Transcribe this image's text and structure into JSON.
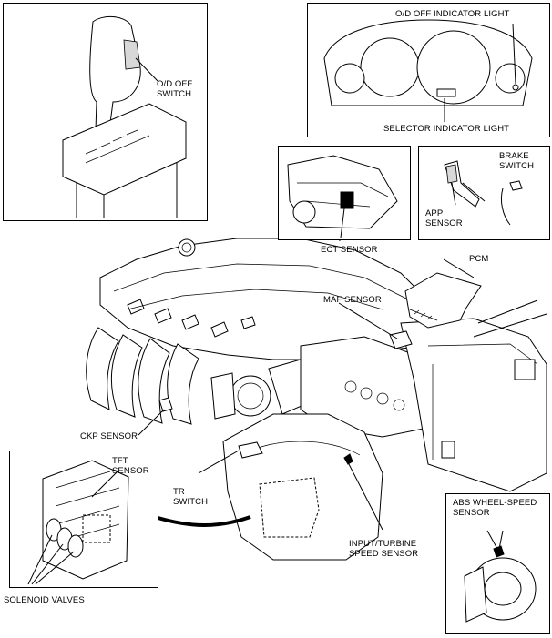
{
  "labels": {
    "od_off_switch": "O/D OFF\nSWITCH",
    "od_off_indicator": "O/D OFF INDICATOR LIGHT",
    "selector_indicator": "SELECTOR INDICATOR LIGHT",
    "ect_sensor": "ECT SENSOR",
    "app_sensor": "APP\nSENSOR",
    "brake_switch": "BRAKE\nSWITCH",
    "pcm": "PCM",
    "maf_sensor": "MAF SENSOR",
    "ckp_sensor": "CKP SENSOR",
    "tft_sensor": "TFT\nSENSOR",
    "tr_switch": "TR\nSWITCH",
    "input_turbine": "INPUT/TURBINE\nSPEED SENSOR",
    "abs_wheel_speed": "ABS WHEEL-SPEED\nSENSOR",
    "solenoid_valves": "SOLENOID VALVES"
  }
}
